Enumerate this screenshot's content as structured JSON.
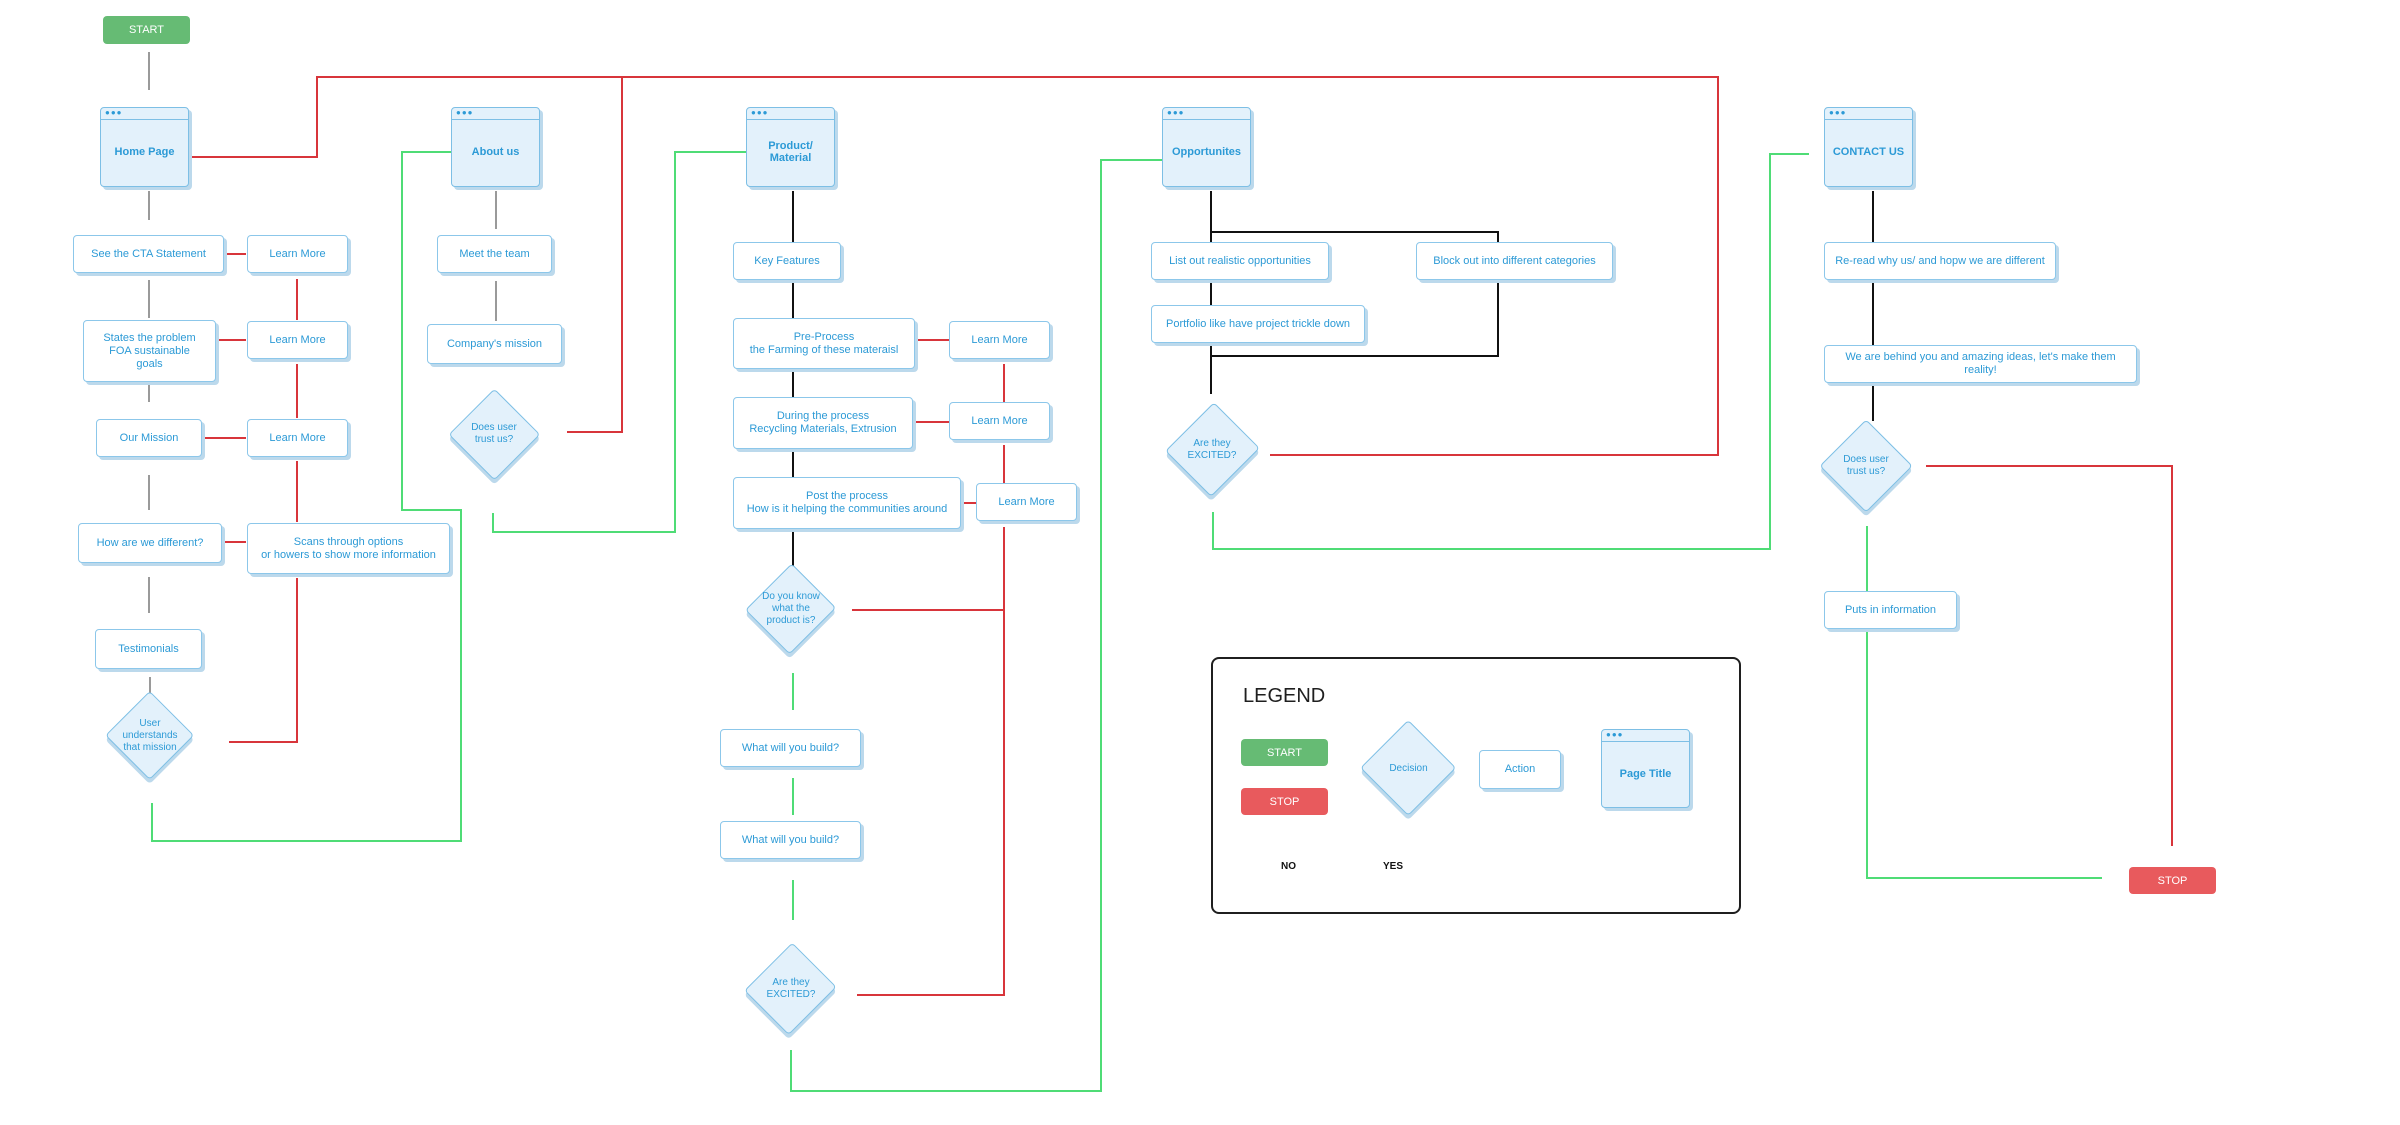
{
  "nodes": {
    "start": "START",
    "stop": "STOP",
    "home_page": "Home Page",
    "about_us": "About us",
    "product_material": "Product/ Material",
    "opportunites": "Opportunites",
    "contact_us": "CONTACT US",
    "see_cta": "See the CTA Statement",
    "learn_more": "Learn More",
    "states_problem": "States the problem\nFOA sustainable\ngoals",
    "our_mission": "Our Mission",
    "how_different": "How are we different?",
    "scans_options": "Scans through options\nor howers to show more information",
    "testimonials": "Testimonials",
    "user_understands": "User\nunderstands\nthat mission",
    "meet_team": "Meet the team",
    "company_mission": "Company's mission",
    "does_user_trust": "Does user\ntrust us?",
    "key_features": "Key Features",
    "pre_process": "Pre-Process\nthe Farming of these materaisl",
    "during_process": "During the process\nRecycling Materials, Extrusion",
    "post_process": "Post the process\nHow is it helping the communities around",
    "do_you_know": "Do you know\nwhat the\nproduct is?",
    "what_will_build": "What will  you  build?",
    "are_they_excited": "Are they\nEXCITED?",
    "list_opportunities": "List out realistic opportunities",
    "block_categories": "Block out into different categories",
    "portfolio": "Portfolio like have project trickle down",
    "re_read": "Re-read why us/ and hopw we are different",
    "behind_you": "We are behind you and  amazing ideas, let's make them reality!",
    "puts_info": "Puts in information"
  },
  "legend": {
    "title": "LEGEND",
    "start": "START",
    "stop": "STOP",
    "decision": "Decision",
    "action": "Action",
    "page_title": "Page Title",
    "no": "NO",
    "yes": "YES"
  },
  "colors": {
    "no_line": "#d8353b",
    "yes_line": "#4fdc76",
    "flow_line": "#111111",
    "soft_line": "#9a9a9a",
    "start": "#66bb74",
    "stop": "#e85a5d",
    "node_text": "#2c9ad6"
  }
}
